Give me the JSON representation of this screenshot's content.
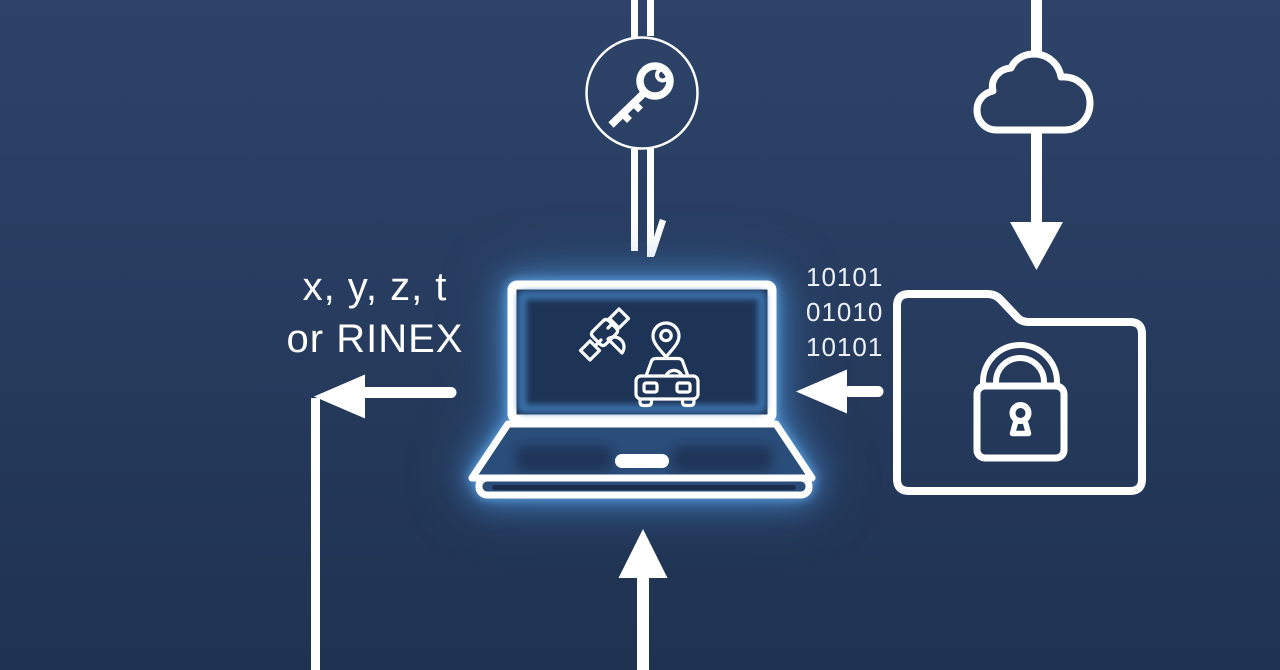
{
  "title": "GNSS secure positioning data flow diagram",
  "colors": {
    "background_top": "#2d4368",
    "background_mid": "#273c5f",
    "background_bottom": "#203251",
    "line_art": "#ffffff",
    "laptop_glow": "#4d94d9",
    "screen_fill": "#1e3457",
    "deck_fill": "#2b4d79",
    "text": "#ffffff"
  },
  "output_label": {
    "line1": "x, y, z, t",
    "line2": "or RINEX"
  },
  "binary_stream": {
    "lines": [
      "10101",
      "01010",
      "10101"
    ]
  },
  "icons": {
    "key": "key-in-circle-icon",
    "cloud": "cloud-icon",
    "laptop": "laptop-icon",
    "satellite": "satellite-icon",
    "location_pin": "location-pin-icon",
    "car": "car-icon",
    "folder": "locked-folder-icon",
    "padlock": "padlock-icon"
  }
}
